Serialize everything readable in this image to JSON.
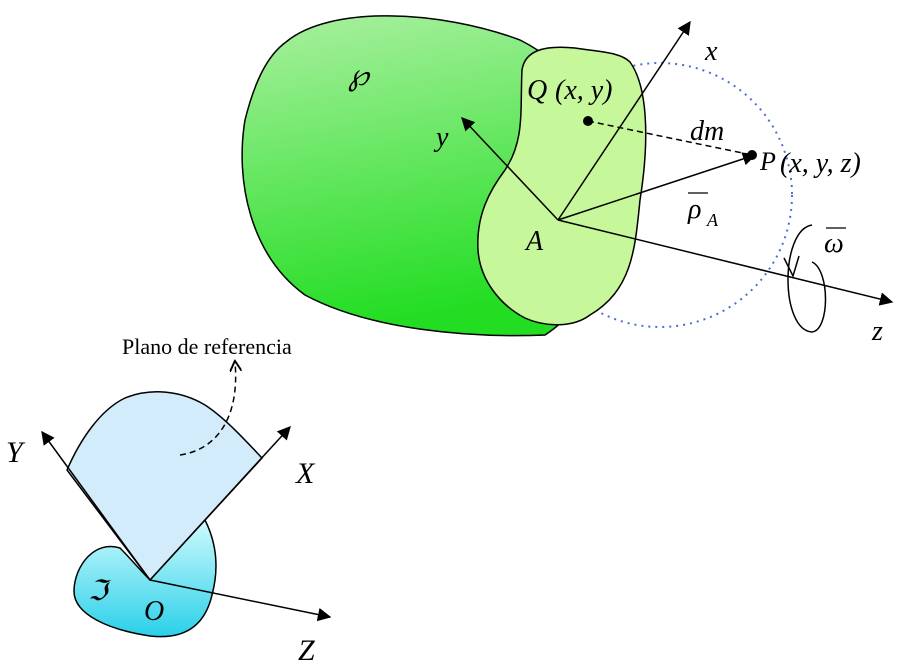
{
  "labels": {
    "body_symbol": "℘",
    "point_q": "Q",
    "point_q_coords": "(x, y)",
    "dm": "dm",
    "point_p": "P",
    "point_p_coords": "(x, y, z)",
    "rho_symbol": "ρ",
    "rho_subscript": "A",
    "omega_symbol": "ω",
    "origin_a": "A",
    "axis_x": "x",
    "axis_y": "y",
    "axis_z": "z",
    "reference_plane": "Plano de referencia",
    "fixed_axis_x": "X",
    "fixed_axis_y": "Y",
    "fixed_axis_z": "Z",
    "fixed_origin": "O",
    "frame_symbol": "ℑ"
  },
  "colors": {
    "body_dark": "#22dd22",
    "body_light": "#aaf0a0",
    "slab": "#c6f79a",
    "plane": "#d2ecfb",
    "frame_light": "#cffafe",
    "frame_dark": "#2ad0e8",
    "dotted_circle": "#4a6ed4"
  }
}
